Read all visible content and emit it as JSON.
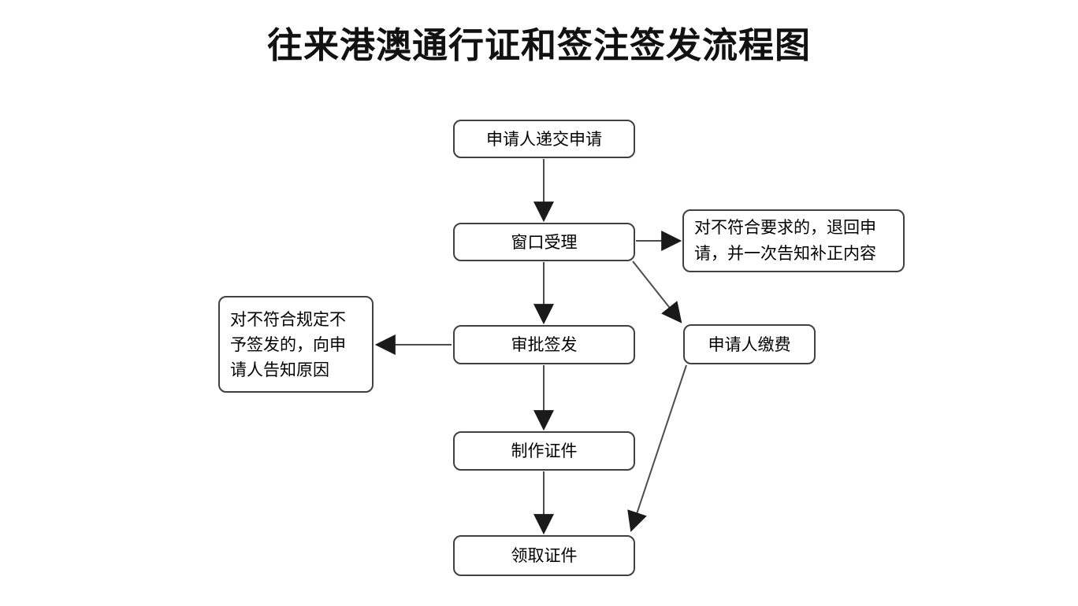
{
  "title": "往来港澳通行证和签注签发流程图",
  "colors": {
    "background": "#ffffff",
    "box_border": "#404040",
    "box_fill": "#ffffff",
    "connector": "#4d4d4d",
    "arrowhead": "#1a1a1a",
    "text": "#000000"
  },
  "nodes": {
    "submit": {
      "label": "申请人递交申请"
    },
    "window": {
      "label": "窗口受理"
    },
    "return_note": {
      "label": "对不符合要求的，退回申请，并一次告知补正内容"
    },
    "approve": {
      "label": "审批签发"
    },
    "pay": {
      "label": "申请人缴费"
    },
    "reject_note": {
      "label": "对不符合规定不予签发的，向申请人告知原因"
    },
    "produce": {
      "label": "制作证件"
    },
    "collect": {
      "label": "领取证件"
    }
  },
  "edges": [
    {
      "from": "submit",
      "to": "window"
    },
    {
      "from": "window",
      "to": "return_note"
    },
    {
      "from": "window",
      "to": "approve"
    },
    {
      "from": "window",
      "to": "pay"
    },
    {
      "from": "approve",
      "to": "reject_note"
    },
    {
      "from": "approve",
      "to": "produce"
    },
    {
      "from": "produce",
      "to": "collect"
    },
    {
      "from": "pay",
      "to": "collect"
    }
  ]
}
